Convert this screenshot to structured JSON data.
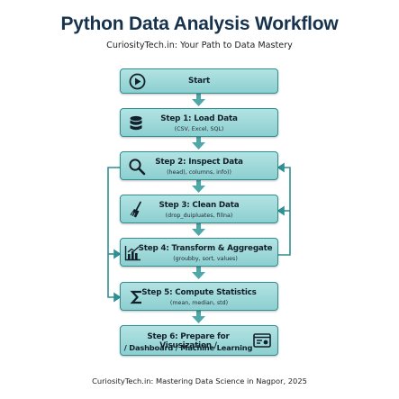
{
  "title": "Python Data Analysis Workflow",
  "subtitle": "CuriosityTech.in: Your Path to Data Mastery",
  "footer": "CuriosityTech.in: Mastering Data Science in Nagpor, 2025",
  "steps": [
    {
      "label": "Start",
      "sub": "",
      "icon": "play-icon"
    },
    {
      "label": "Step 1: Load Data",
      "sub": "(CSV, Excel, SQL)",
      "icon": "database-icon"
    },
    {
      "label": "Step 2: Inspect Data",
      "sub": "(head), columns, info))",
      "icon": "magnifier-icon"
    },
    {
      "label": "Step 3: Clean Data",
      "sub": "(drop_duipluates, fillna)",
      "icon": "broom-icon"
    },
    {
      "label": "Step 4: Transform & Aggregate",
      "sub": "(groubby, sort, values)",
      "icon": "bar-chart-icon"
    },
    {
      "label": "Step 5: Compute Statistics",
      "sub": "(mean, median, std)",
      "icon": "sigma-icon"
    },
    {
      "label": "Step 6: Prepare for Visusization /",
      "label2": "/ Dashboard / Machine Learning",
      "icon": "dashboard-icon"
    }
  ],
  "colors": {
    "title": "#17324d",
    "box_fill": "#9fd9d9",
    "box_border": "#2f8f91",
    "arrow": "#2f8f91"
  }
}
